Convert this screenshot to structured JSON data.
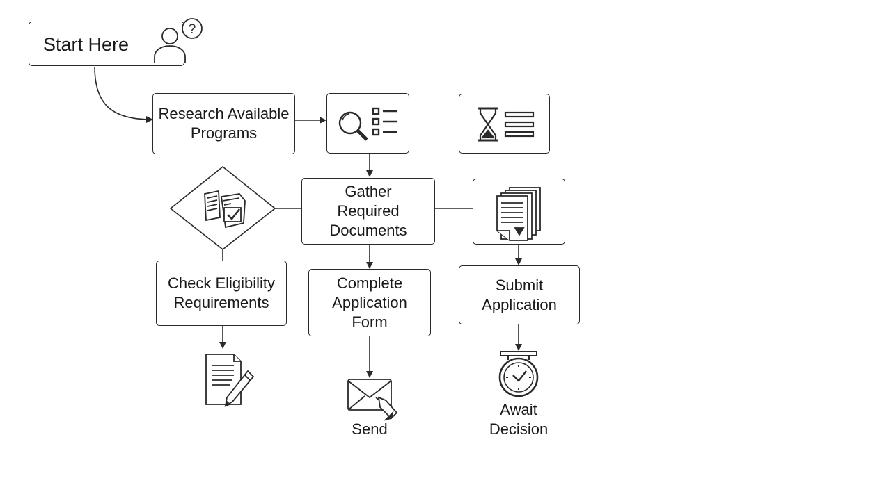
{
  "diagram": {
    "start": {
      "label": "Start Here",
      "icon": "person-question-icon"
    },
    "steps": {
      "research": "Research Available\nPrograms",
      "gather": "Gather\nRequired\nDocuments",
      "eligibility": "Check Eligibility\nRequirements",
      "complete_form": "Complete\nApplication\nForm",
      "submit": "Submit\nApplication"
    },
    "outcomes": {
      "send": "Send",
      "await": "Await\nDecision"
    },
    "icons": {
      "research_icon": "magnifier-list-icon",
      "wait_icon": "hourglass-list-icon",
      "eligibility_icon": "checked-documents-icon",
      "documents_icon": "document-stack-icon",
      "eligibility_outcome_icon": "document-pen-icon",
      "send_icon": "envelope-icon",
      "await_icon": "stopwatch-icon"
    },
    "colors": {
      "stroke": "#2a2a2a",
      "text": "#1a1a1a",
      "background": "#ffffff"
    }
  }
}
